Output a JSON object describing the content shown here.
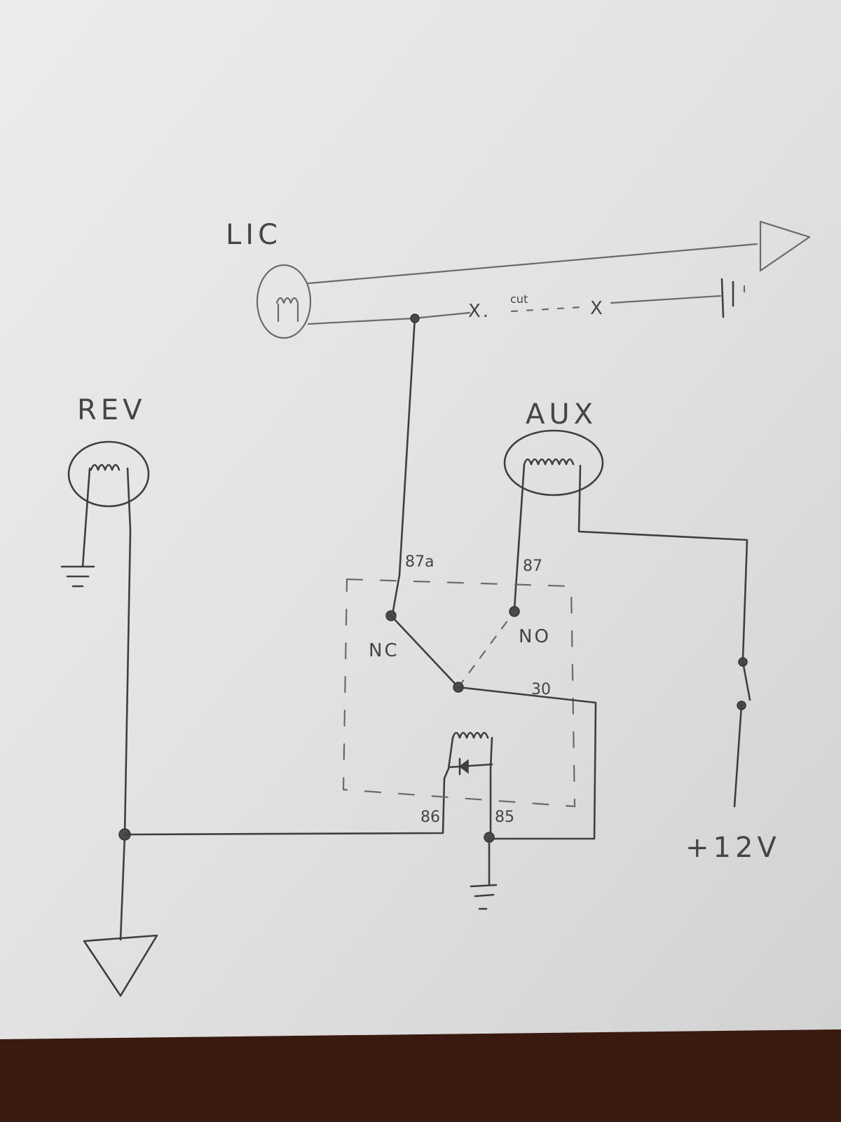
{
  "labels": {
    "lic": "LIC",
    "rev": "REV",
    "aux": "AUX",
    "pin_87a": "87a",
    "pin_87": "87",
    "nc": "NC",
    "no": "NO",
    "pin_30": "30",
    "pin_86": "86",
    "pin_85": "85",
    "cut_x1": "X.",
    "cut": "cut",
    "cut_x2": "X",
    "supply": "+12V"
  },
  "colors": {
    "paper": "#e4e4e4",
    "table": "#3a1a10",
    "pencil": "#3f3f3f"
  }
}
